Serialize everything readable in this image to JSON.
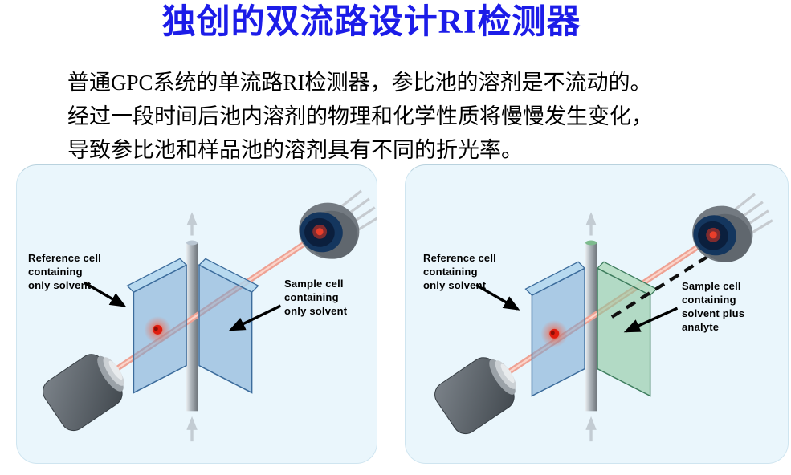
{
  "title": {
    "text": "独创的双流路设计RI检测器",
    "color": "#1c1ce8"
  },
  "body": {
    "lines": [
      "普通GPC系统的单流路RI检测器，参比池的溶剂是不流动的。",
      "经过一段时间后池内溶剂的物理和化学性质将慢慢发生变化，",
      "导致参比池和样品池的溶剂具有不同的折光率。"
    ]
  },
  "panels": [
    {
      "name": "balanced-reference-and-sample",
      "labels": {
        "reference": {
          "lines": [
            "Reference cell",
            "containing",
            "only solvent"
          ]
        },
        "sample": {
          "lines": [
            "Sample cell",
            "containing",
            "only solvent"
          ]
        }
      }
    },
    {
      "name": "sample-with-analyte-deflected-beam",
      "labels": {
        "reference": {
          "lines": [
            "Reference cell",
            "containing",
            "only solvent"
          ]
        },
        "sample": {
          "lines": [
            "Sample cell",
            "containing",
            "solvent plus",
            "analyte"
          ]
        }
      }
    }
  ],
  "colors": {
    "title_blue": "#1c1ce8",
    "panel_background": "#eaf6fc",
    "beam_red": "#eea294",
    "reference_cell_blue": "#74a6d2",
    "sample_cell_green": "#8cc8a0",
    "detector_face_navy": "#14365e",
    "hardware_gray": "#737a81",
    "label_text": "#000000"
  }
}
